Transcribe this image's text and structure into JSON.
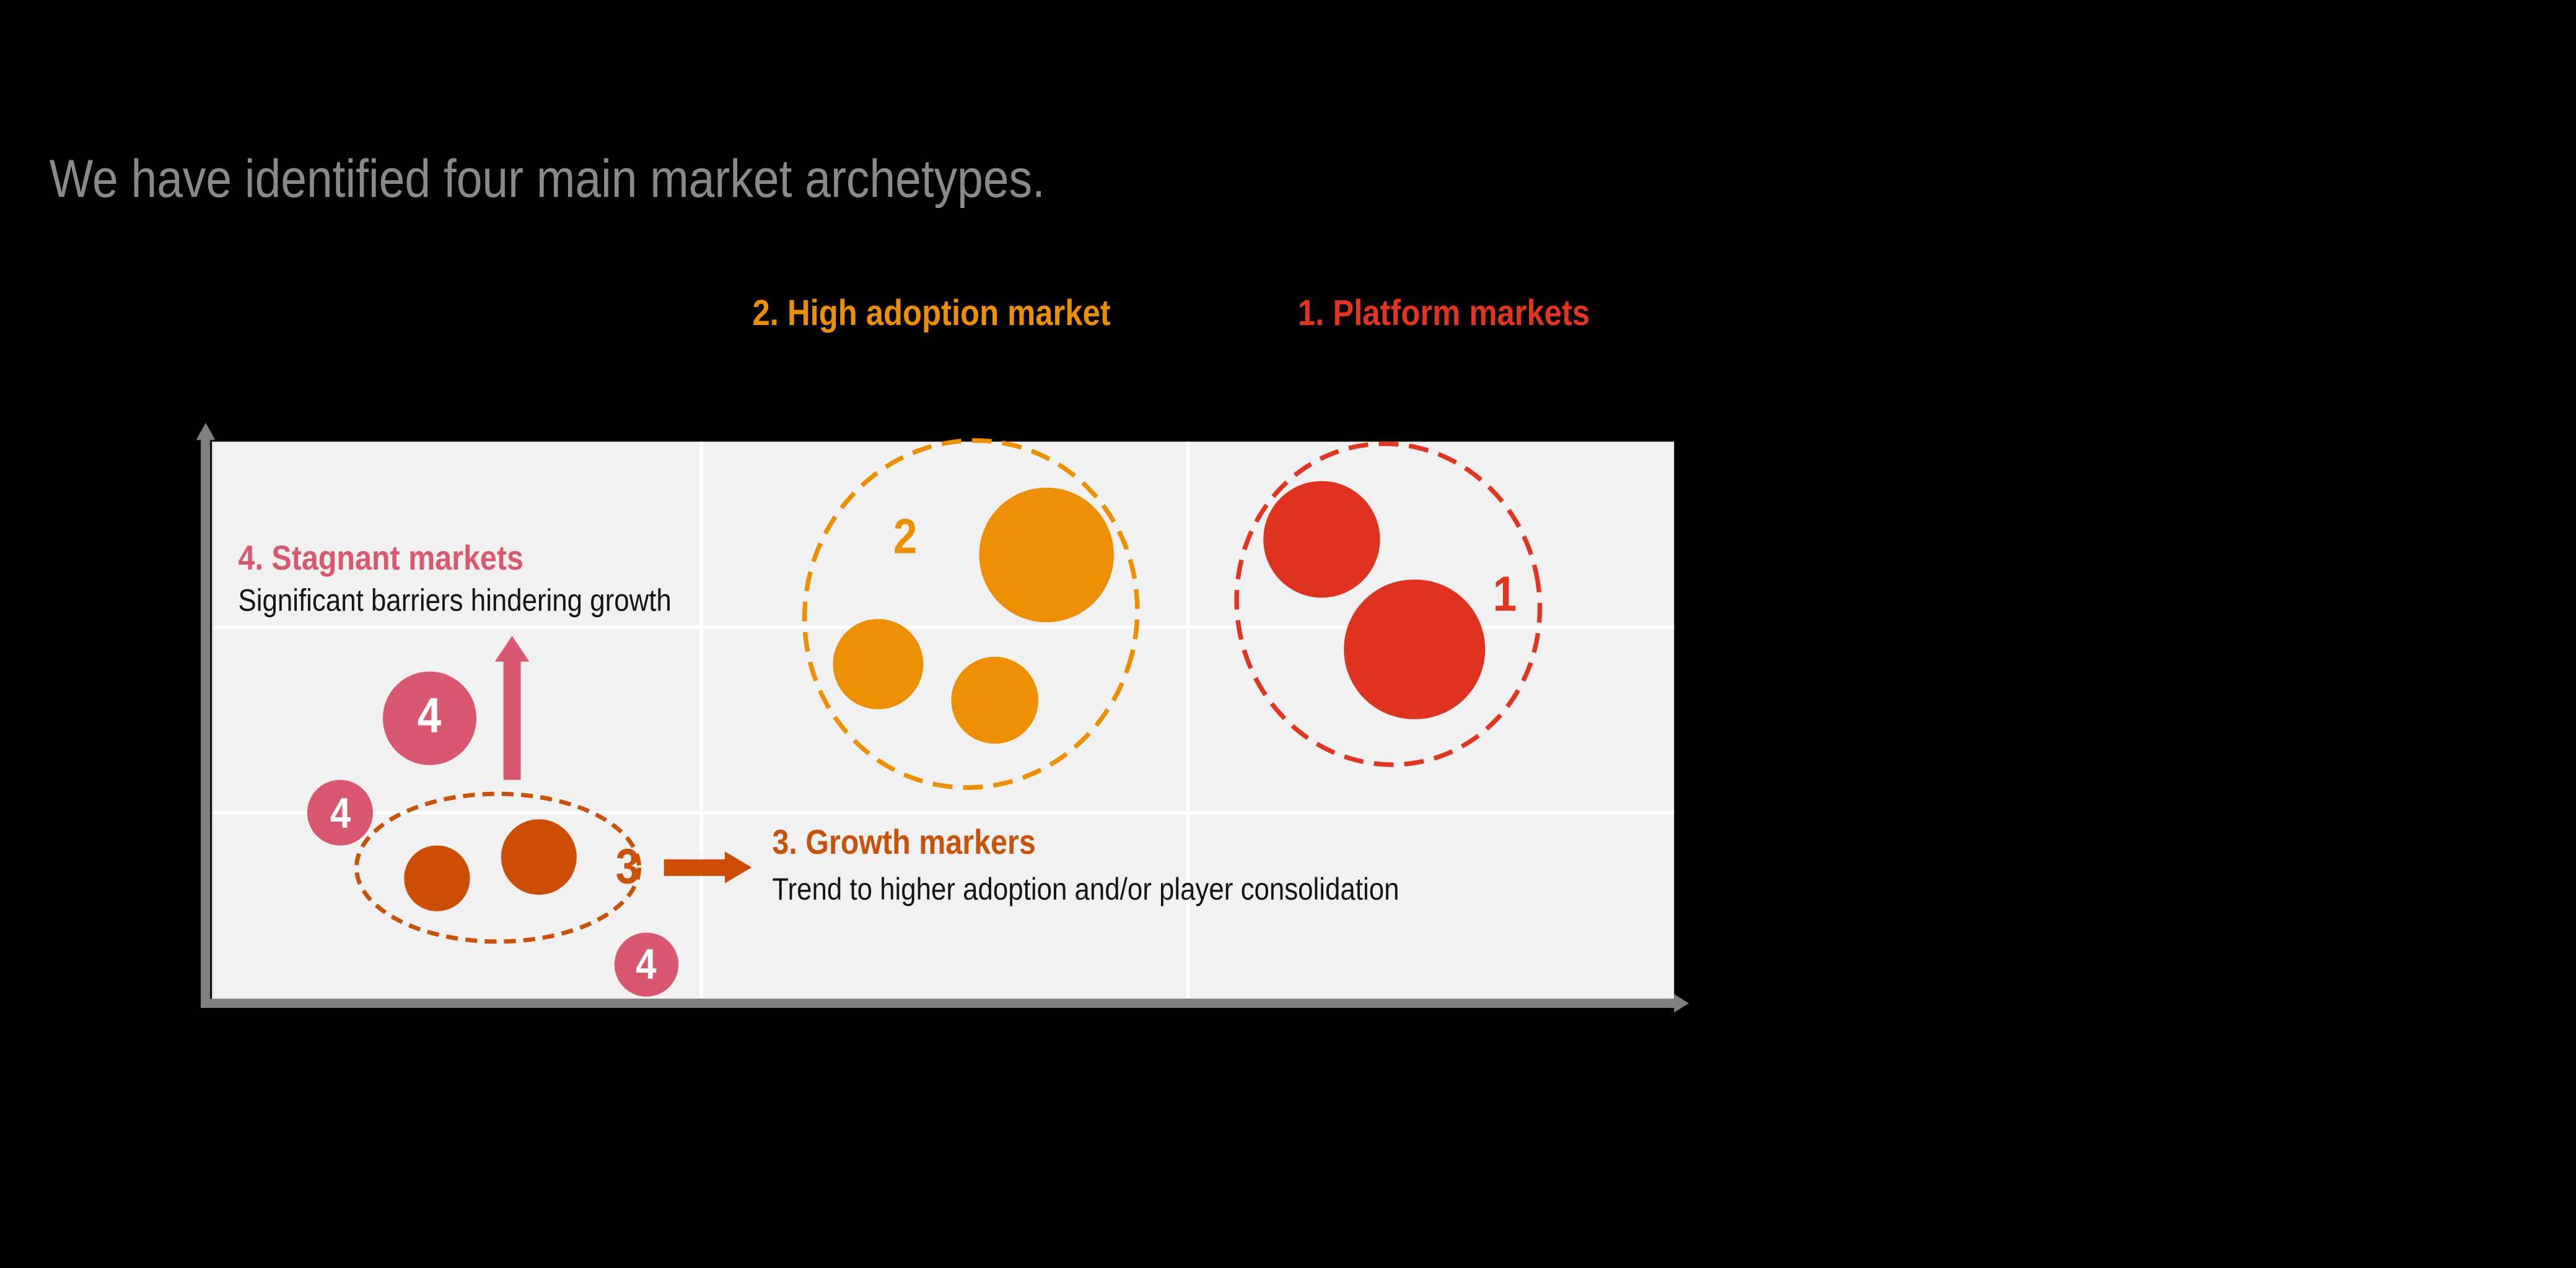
{
  "slide": {
    "title": "We have identified four main market archetypes."
  },
  "colors": {
    "background": "#000000",
    "chart_background": "#F1F1F1",
    "gridline": "#FFFFFF",
    "axis_gray": "#7F7F7F",
    "title_gray": "#8A8A8A",
    "pink": "#D9586F",
    "orange": "#EC8F02",
    "dark_orange": "#C8520A",
    "dark_orange_fill": "#CB4E04",
    "red": "#E1351F",
    "subtitle_text": "#141414"
  },
  "archetypes": {
    "platform": {
      "number": "1",
      "heading": "1. Platform markets"
    },
    "high_adoption": {
      "number": "2",
      "heading": "2. High adoption market"
    },
    "growth": {
      "number": "3",
      "heading": "3. Growth markers",
      "subtitle": "Trend to higher adoption and/or player consolidation"
    },
    "stagnant": {
      "number": "4",
      "heading": "4. Stagnant markets",
      "subtitle": "Significant barriers hindering growth",
      "bubble_labels": [
        "4",
        "4",
        "4"
      ]
    }
  }
}
